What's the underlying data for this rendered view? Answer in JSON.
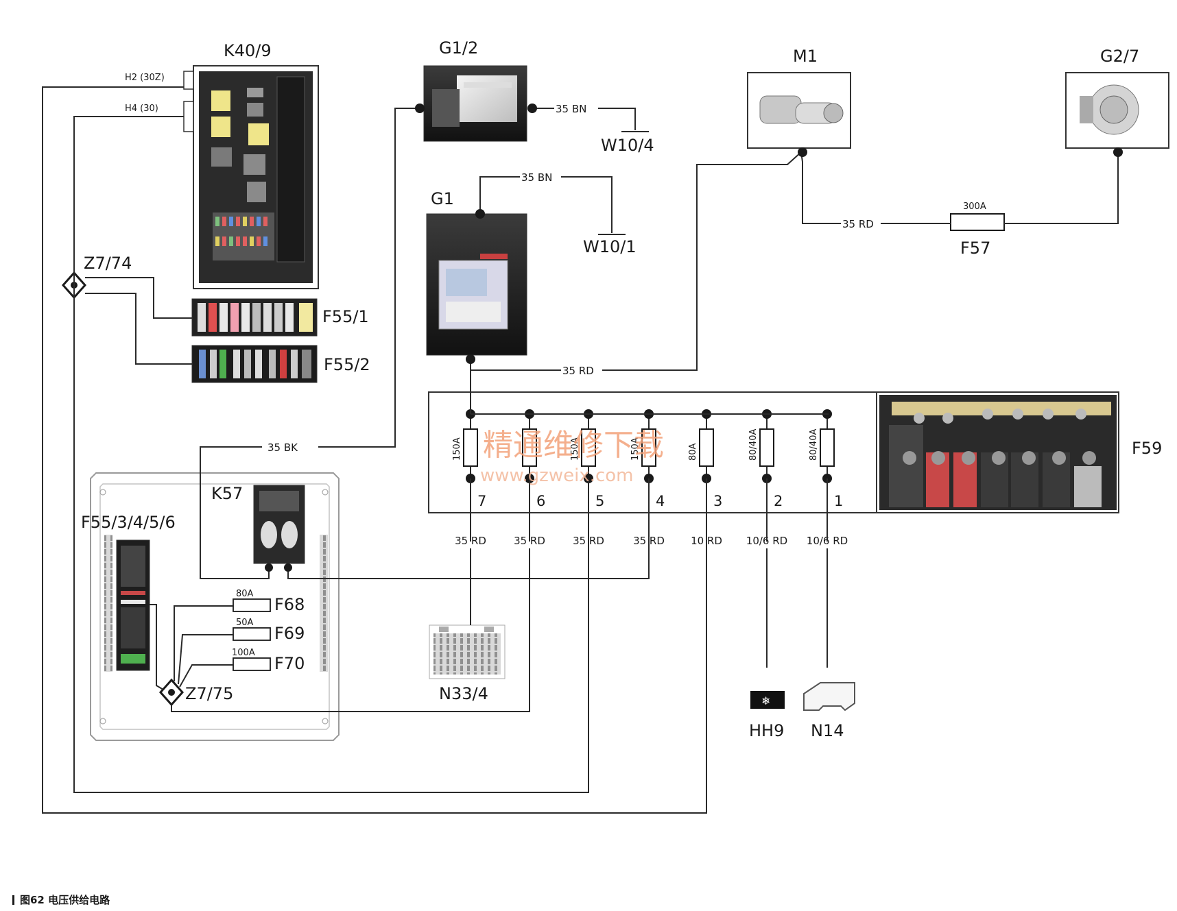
{
  "components": {
    "k40_9": "K40/9",
    "g1_2": "G1/2",
    "g1": "G1",
    "m1": "M1",
    "g2_7": "G2/7",
    "f57": "F57",
    "f59": "F59",
    "w10_4": "W10/4",
    "w10_1": "W10/1",
    "z7_74": "Z7/74",
    "z7_75": "Z7/75",
    "f55_1": "F55/1",
    "f55_2": "F55/2",
    "f55_3456": "F55/3/4/5/6",
    "k57": "K57",
    "f68": "F68",
    "f69": "F69",
    "f70": "F70",
    "n33_4": "N33/4",
    "hh9": "HH9",
    "n14": "N14"
  },
  "connectors": {
    "h2": "H2 (30Z)",
    "h4": "H4 (30)"
  },
  "wires": {
    "g12_ground": "35 BN",
    "g1_ground": "35 BN",
    "g1_to_m1": "35 RD",
    "m1_to_f57": "35 RD",
    "bk_to_g12": "35 BK"
  },
  "fuse_ratings": {
    "f57": "300A",
    "f68": "80A",
    "f69": "50A",
    "f70": "100A"
  },
  "f59_fuses": [
    {
      "pin": "7",
      "rating": "150A",
      "wire": "35 RD"
    },
    {
      "pin": "6",
      "rating": "",
      "wire": "35 RD"
    },
    {
      "pin": "5",
      "rating": "150A",
      "wire": "35 RD"
    },
    {
      "pin": "4",
      "rating": "150A",
      "wire": "35 RD"
    },
    {
      "pin": "3",
      "rating": "80A",
      "wire": "10 RD"
    },
    {
      "pin": "2",
      "rating": "80/40A",
      "wire": "10/6 RD"
    },
    {
      "pin": "1",
      "rating": "80/40A",
      "wire": "10/6 RD"
    }
  ],
  "watermark": {
    "line1": "精通维修下载",
    "line2": "www.gzweix.com"
  },
  "caption": "图62  电压供给电路"
}
